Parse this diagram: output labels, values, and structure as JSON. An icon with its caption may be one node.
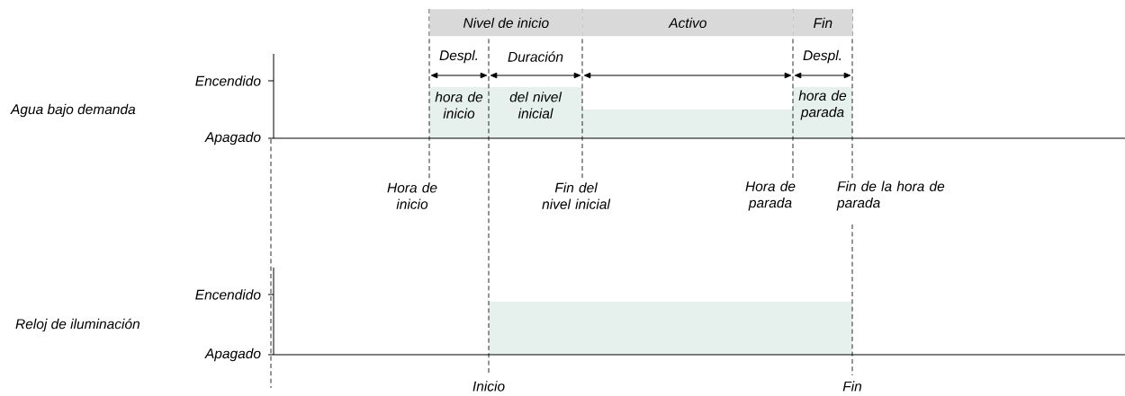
{
  "diagram": {
    "nodes": [
      {
        "text": [
          "Nivel de inicio"
        ]
      },
      {
        "text": [
          "Activo"
        ]
      },
      {
        "text": [
          "Fin"
        ]
      }
    ],
    "labels": [
      "Despl.",
      "Duración",
      "Despl.",
      "Encendido",
      "hora de inicio",
      "del nivel inicial",
      "hora de parada",
      "Agua bajo demanda",
      "Apagado",
      "Hora de inicio",
      "Fin del nivel inicial",
      "Hora de parada",
      "Fin de la hora de parada",
      "Encendido",
      "Reloj de iluminación",
      "Apagado",
      "Inicio",
      "Fin"
    ]
  }
}
